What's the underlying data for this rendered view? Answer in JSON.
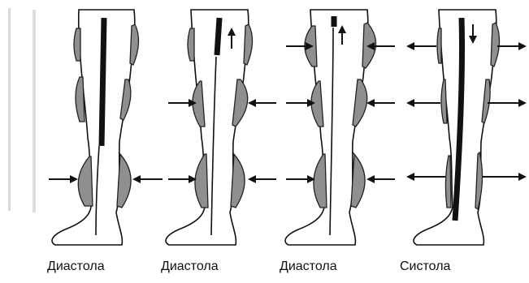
{
  "colors": {
    "cuff_fill": "#8f8f8f",
    "ink": "#111111",
    "edge_shadow": "#d9d9d9"
  },
  "panels": [
    {
      "label": "Диастола",
      "blood_column": "long-lower",
      "cuffs_inflated": [
        "calf"
      ],
      "arrows_direction": "inward",
      "flow_arrow": "none"
    },
    {
      "label": "Диастола",
      "blood_column": "upper",
      "cuffs_inflated": [
        "calf",
        "thigh-lower"
      ],
      "arrows_direction": "inward",
      "flow_arrow": "up"
    },
    {
      "label": "Диастола",
      "blood_column": "short-top",
      "cuffs_inflated": [
        "calf",
        "thigh-lower",
        "thigh-upper"
      ],
      "arrows_direction": "inward",
      "flow_arrow": "up"
    },
    {
      "label": "Систола",
      "blood_column": "full",
      "cuffs_inflated": [],
      "arrows_direction": "outward",
      "flow_arrow": "down"
    }
  ]
}
